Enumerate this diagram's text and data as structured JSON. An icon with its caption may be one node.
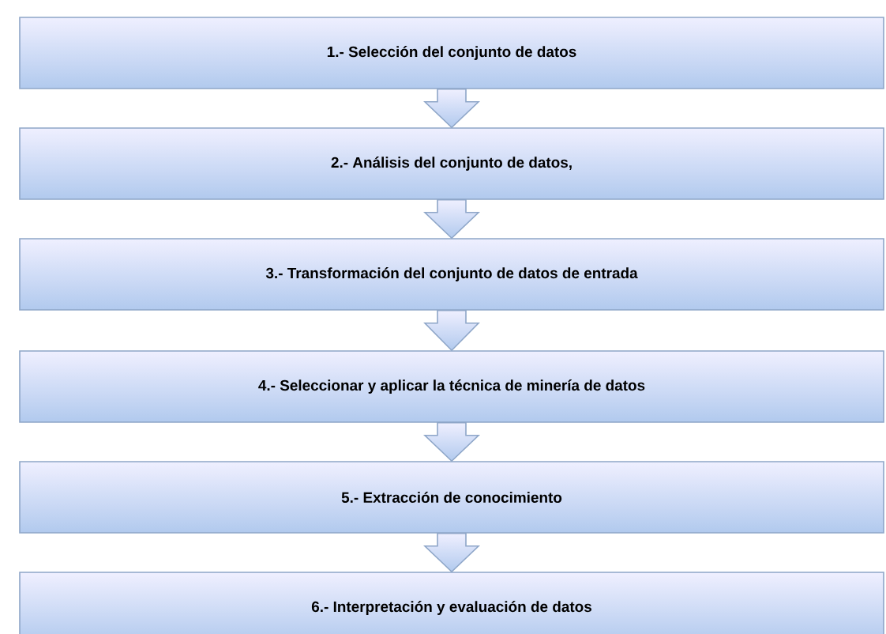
{
  "diagram": {
    "nodes": [
      {
        "text": [
          "1.-  Selección del conjunto de datos"
        ]
      },
      {
        "text": [
          "2.-  Análisis del conjunto de datos,"
        ]
      },
      {
        "text": [
          "3.-  Transformación del conjunto de datos de entrada"
        ]
      },
      {
        "text": [
          "4.-  Seleccionar y aplicar la técnica de minería de datos"
        ]
      },
      {
        "text": [
          "5.-  Extracción de conocimiento"
        ]
      },
      {
        "text": [
          "6.-  Interpretación y evaluación de datos"
        ]
      }
    ],
    "edges": [
      {
        "from": 0,
        "to": 1,
        "arrow": "to"
      },
      {
        "from": 1,
        "to": 2,
        "arrow": "to"
      },
      {
        "from": 2,
        "to": 3,
        "arrow": "to"
      },
      {
        "from": 3,
        "to": 4,
        "arrow": "to"
      },
      {
        "from": 4,
        "to": 5,
        "arrow": "to"
      }
    ]
  }
}
